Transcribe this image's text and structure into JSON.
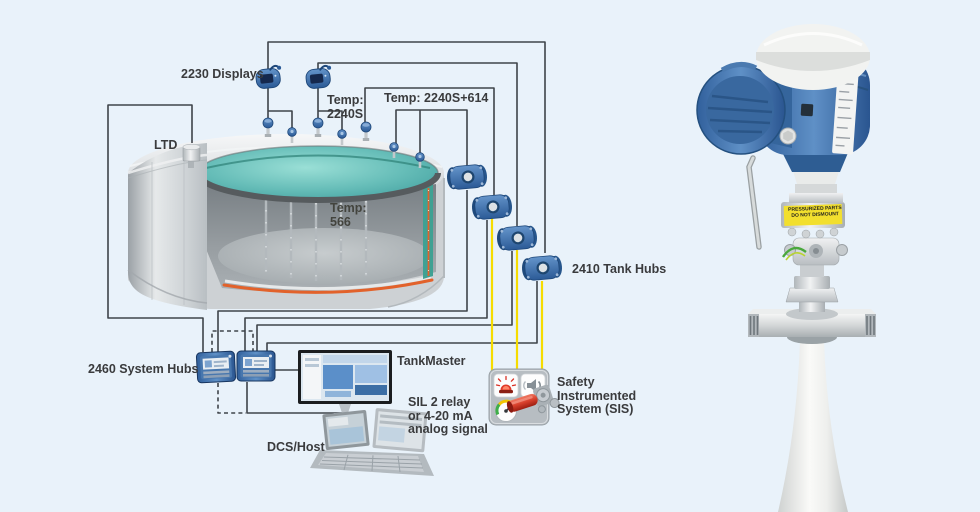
{
  "labels": {
    "displays": "2230 Displays",
    "ltd": "LTD",
    "temp_2240s": [
      "Temp:",
      "2240S"
    ],
    "temp_2240s_614": "Temp: 2240S+614",
    "temp_inner": [
      "Temp:",
      "566"
    ],
    "tank_hubs": "2410 Tank Hubs",
    "system_hubs": "2460 System Hubs",
    "tankmaster": "TankMaster",
    "sil": [
      "SIL 2 relay",
      "or 4-20 mA",
      "analog signal"
    ],
    "dcs_host": "DCS/Host",
    "sis": [
      "Safety",
      "Instrumented",
      "System (SIS)"
    ]
  },
  "product": {
    "warning": [
      "PRESSURIZED PARTS",
      "DO NOT DISMOUNT"
    ]
  },
  "colors": {
    "background": "#e9f2fa",
    "wire": "#3f444a",
    "signal_yellow": "#f6dc00",
    "device_blue": "#3a6aa4",
    "liquid_teal": "#55b3ae",
    "heater_orange": "#e2622b",
    "label_text": "#3a3b3d",
    "warning_yellow": "#f2df2e",
    "alarm_red": "#d93025"
  }
}
